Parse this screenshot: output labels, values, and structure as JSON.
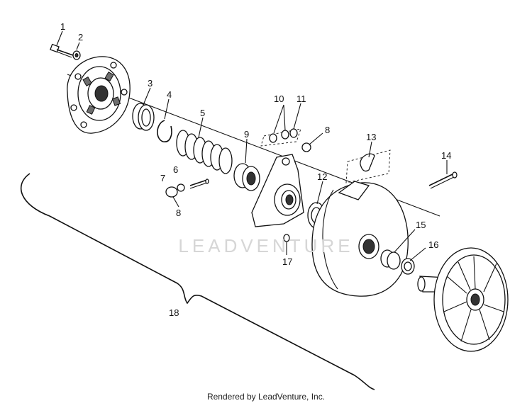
{
  "diagram": {
    "callouts": [
      {
        "id": "c1",
        "text": "1"
      },
      {
        "id": "c2",
        "text": "2"
      },
      {
        "id": "c3",
        "text": "3"
      },
      {
        "id": "c4",
        "text": "4"
      },
      {
        "id": "c5",
        "text": "5"
      },
      {
        "id": "c6",
        "text": "6"
      },
      {
        "id": "c7",
        "text": "7"
      },
      {
        "id": "c8a",
        "text": "8"
      },
      {
        "id": "c8b",
        "text": "8"
      },
      {
        "id": "c9",
        "text": "9"
      },
      {
        "id": "c10",
        "text": "10"
      },
      {
        "id": "c11",
        "text": "11"
      },
      {
        "id": "c12",
        "text": "12"
      },
      {
        "id": "c13",
        "text": "13"
      },
      {
        "id": "c14",
        "text": "14"
      },
      {
        "id": "c15",
        "text": "15"
      },
      {
        "id": "c16",
        "text": "16"
      },
      {
        "id": "c17",
        "text": "17"
      },
      {
        "id": "c18",
        "text": "18"
      }
    ]
  },
  "watermark": "LEADVENTURE",
  "footer": "Rendered by LeadVenture, Inc."
}
